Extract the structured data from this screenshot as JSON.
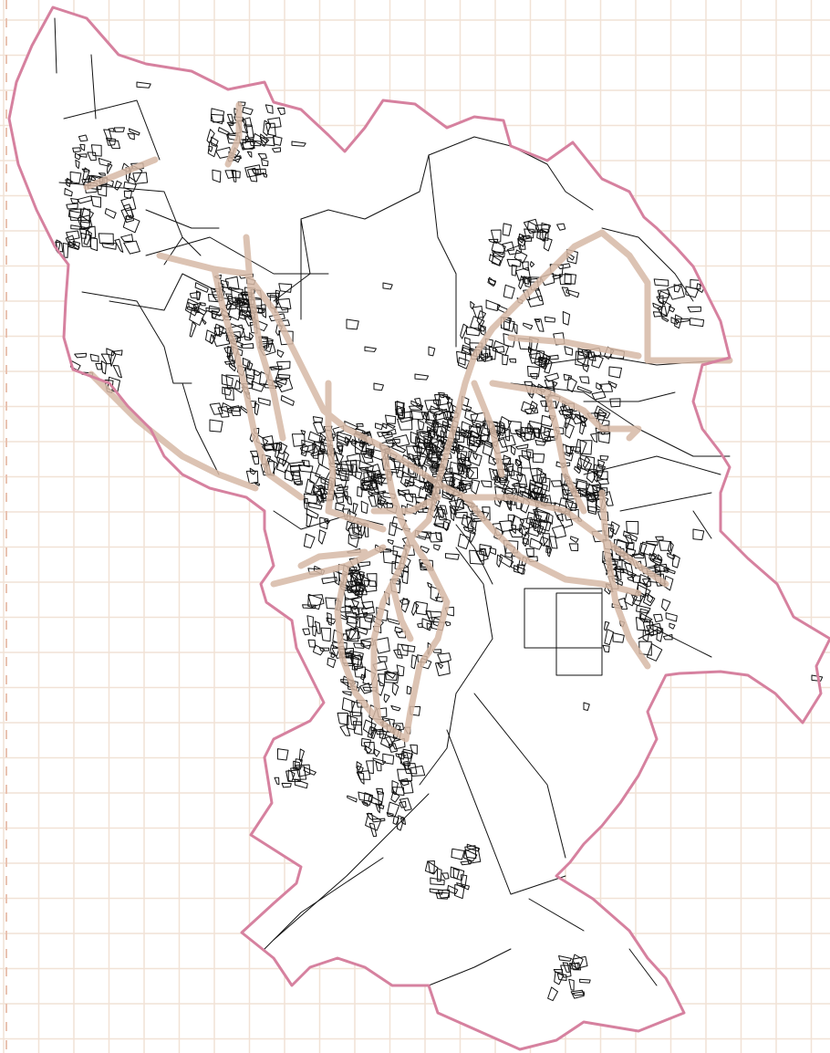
{
  "map": {
    "colors": {
      "background": "#ffffff",
      "grid": "#f1e2d6",
      "boundary": "#d6819f",
      "major_road": "#d7b9a6",
      "street": "#111111",
      "land_fill": "#ffffff"
    },
    "layers": [
      "grid",
      "municipal-boundary",
      "street-network",
      "major-roads"
    ]
  }
}
